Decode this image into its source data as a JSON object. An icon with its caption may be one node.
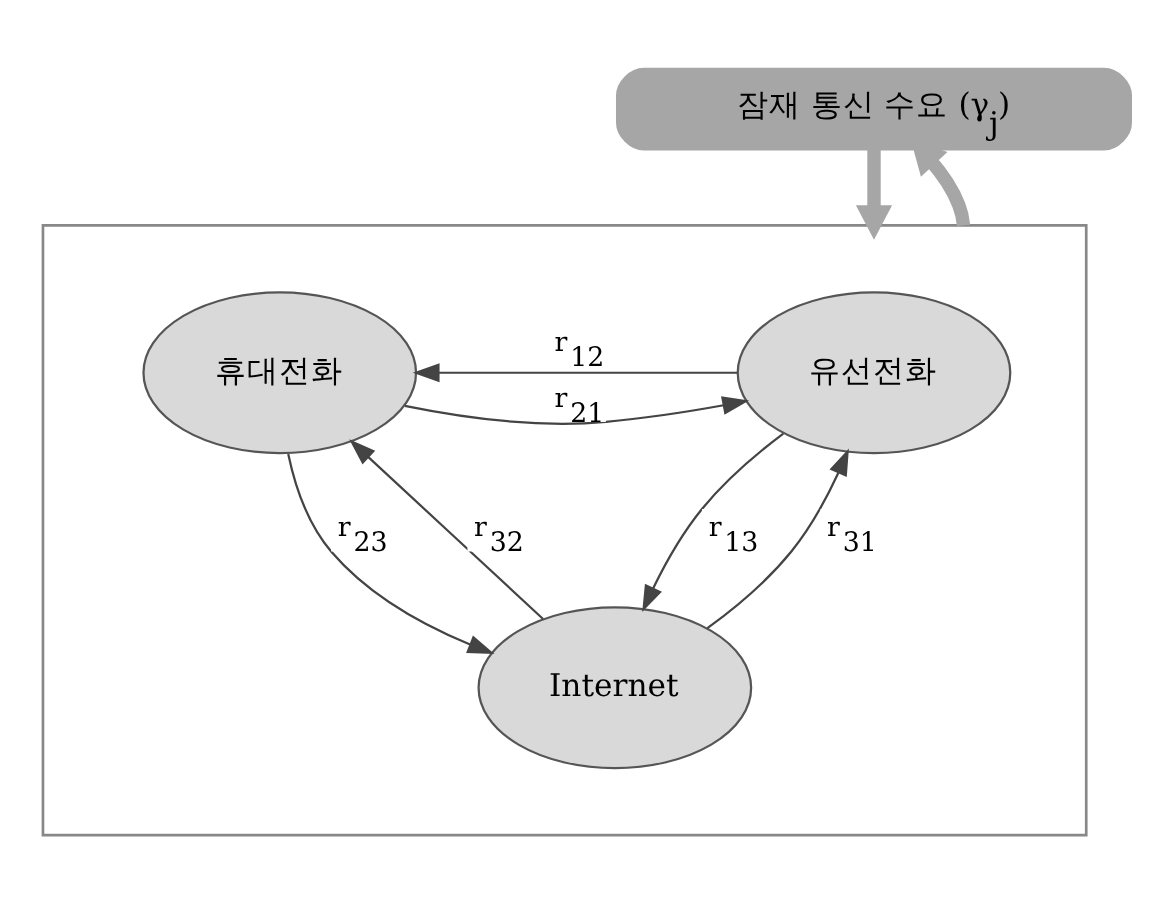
{
  "diagram": {
    "nodes": [
      {
        "text": [
          "잠재 통신 수요 (γ$_{j}$)"
        ]
      },
      {
        "text": [],
        "shape": "box"
      },
      {
        "text": [
          "유선전화"
        ],
        "in": 1
      },
      {
        "text": [
          "휴대전화"
        ],
        "in": 1
      },
      {
        "text": [
          "Internet"
        ],
        "in": 1
      }
    ],
    "edges": [
      {
        "from": 0,
        "to": 1,
        "arrow": "to",
        "style": "thick",
        "color": "#a6a6a6"
      },
      {
        "from": 1,
        "to": 0,
        "arrow": "to",
        "style": "thick",
        "color": "#a6a6a6"
      },
      {
        "from": 2,
        "to": 3,
        "arrow": "to",
        "label": "r$_{12}$"
      },
      {
        "from": 3,
        "to": 2,
        "arrow": "to",
        "label": "r$_{21}$"
      },
      {
        "from": 2,
        "to": 4,
        "arrow": "to",
        "label": "r$_{13}$"
      },
      {
        "from": 4,
        "to": 2,
        "arrow": "to",
        "label": "r$_{31}$"
      },
      {
        "from": 4,
        "to": 3,
        "arrow": "to",
        "label": "r$_{32}$"
      },
      {
        "from": 3,
        "to": 4,
        "arrow": "to",
        "label": "r$_{23}$"
      }
    ]
  }
}
